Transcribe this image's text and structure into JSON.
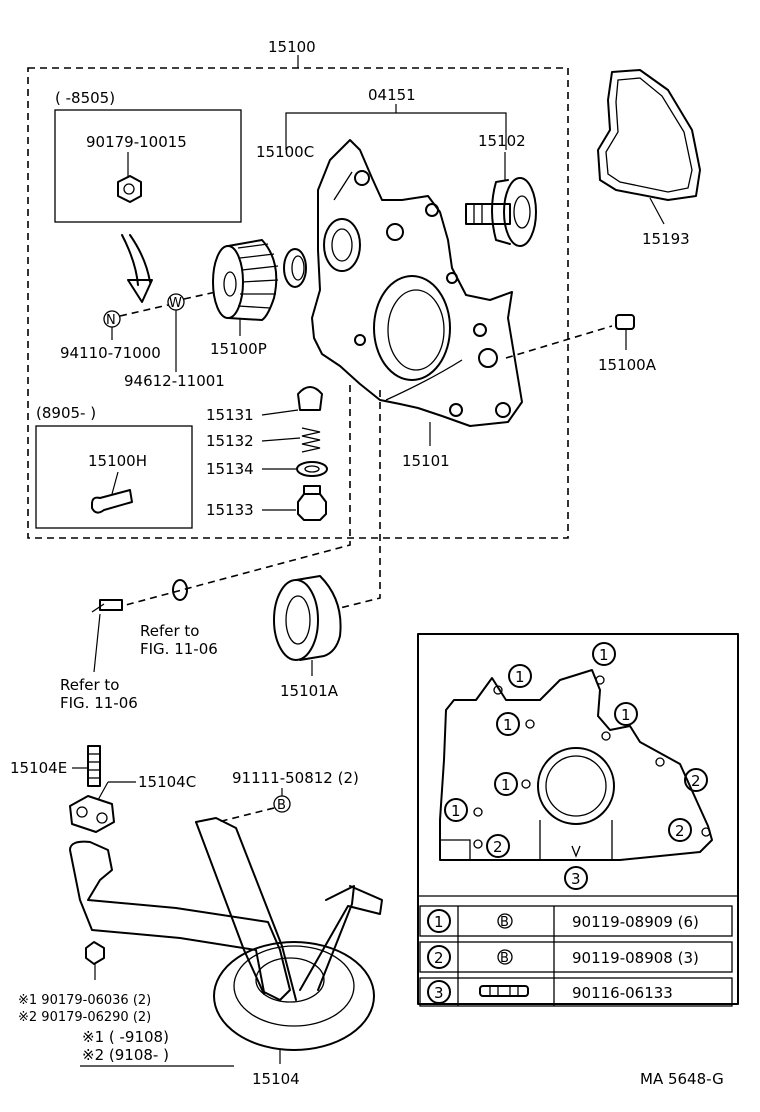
{
  "diagram": {
    "assembly_label": "15100",
    "assembly_sub_label": "04151",
    "date_box_1": {
      "range": "(     -8505)",
      "part": "90179-10015"
    },
    "date_box_2": {
      "range": "(8905-          )",
      "part": "15100H"
    },
    "parts": {
      "p15100C": "15100C",
      "p15102": "15102",
      "p15193": "15193",
      "p15100P": "15100P",
      "p15100A": "15100A",
      "p94110": "94110-71000",
      "p94612": "94612-11001",
      "p15131": "15131",
      "p15132": "15132",
      "p15134": "15134",
      "p15133": "15133",
      "p15101": "15101",
      "p15101A": "15101A",
      "p15104E": "15104E",
      "p15104C": "15104C",
      "p91111": "91111-50812 (2)",
      "p15104": "15104"
    },
    "markers": {
      "n": "N",
      "w": "W",
      "b": "B"
    },
    "refer_1": [
      "Refer to",
      "FIG. 11-06"
    ],
    "refer_2": [
      "Refer to",
      "FIG. 11-06"
    ],
    "notes": {
      "n1": "※1 90179-06036 (2)",
      "n2": "※2 90179-06290 (2)",
      "legend1": "※1 (        -9108)",
      "legend2": "※2 (9108-          )"
    },
    "code": "MA 5648-G"
  },
  "inset": {
    "circle_labels": [
      "1",
      "1",
      "1",
      "1",
      "1",
      "1",
      "2",
      "2",
      "2",
      "3"
    ],
    "table": [
      {
        "num": "1",
        "symbol": "B",
        "part": "90119-08909 (6)"
      },
      {
        "num": "2",
        "symbol": "B",
        "part": "90119-08908 (3)"
      },
      {
        "num": "3",
        "symbol": "",
        "part": "90116-06133"
      }
    ]
  }
}
